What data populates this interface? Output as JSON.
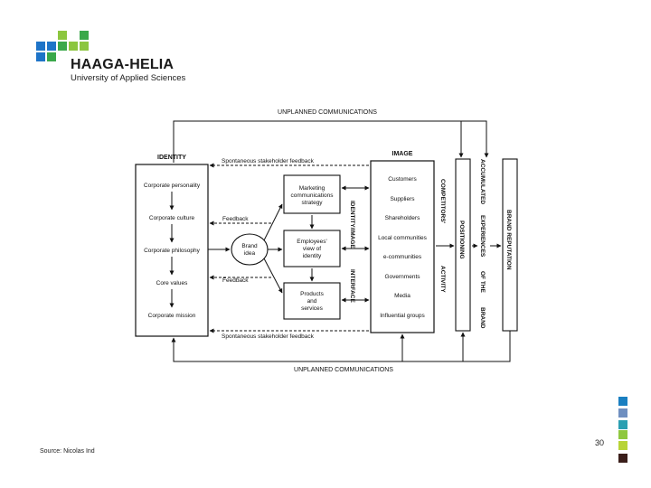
{
  "header": {
    "brand_name": "HAAGA-HELIA",
    "brand_subtitle": "University of Applied Sciences",
    "logo_colors": [
      "#1e74c8",
      "#3aa84a",
      "#8cc63f"
    ]
  },
  "diagram": {
    "unplanned_top": "UNPLANNED COMMUNICATIONS",
    "unplanned_bottom": "UNPLANNED COMMUNICATIONS",
    "spontaneous_top": "Spontaneous stakeholder feedback",
    "spontaneous_bottom": "Spontaneous stakeholder feedback",
    "identity_title": "IDENTITY",
    "image_title": "IMAGE",
    "identity_items": [
      "Corporate personality",
      "Corporate culture",
      "Corporate philosophy",
      "Core values",
      "Corporate mission"
    ],
    "feedback_top": "Feedback",
    "feedback_bottom": "Feedback",
    "brand_idea": [
      "Brand",
      "idea"
    ],
    "marketing": [
      "Marketing",
      "communications",
      "strategy"
    ],
    "employees": [
      "Employees'",
      "view of",
      "identity"
    ],
    "products": [
      "Products",
      "and",
      "services"
    ],
    "interface_upper": "IDENTITY/IMAGE",
    "interface_lower": "INTERFACE",
    "image_items": [
      "Customers",
      "Suppliers",
      "Shareholders",
      "Local communities",
      "e-communities",
      "Governments",
      "Media",
      "Influential groups"
    ],
    "competitors": "COMPETITORS'",
    "positioning": "POSITIONING",
    "activity": "ACTIVITY",
    "accumulated": "ACCUMULATED",
    "experiences": "EXPERIENCES",
    "of_the": "OF THE",
    "brand": "BRAND",
    "brand_reputation": "BRAND REPUTATION"
  },
  "footer": {
    "source": "Source: Nicolas Ind",
    "page_number": "30",
    "accent_colors": [
      "#1a7fc1",
      "#6f8fc0",
      "#2b9fb2",
      "#8fc83f",
      "#b8d436",
      "#3a1e1a"
    ]
  }
}
